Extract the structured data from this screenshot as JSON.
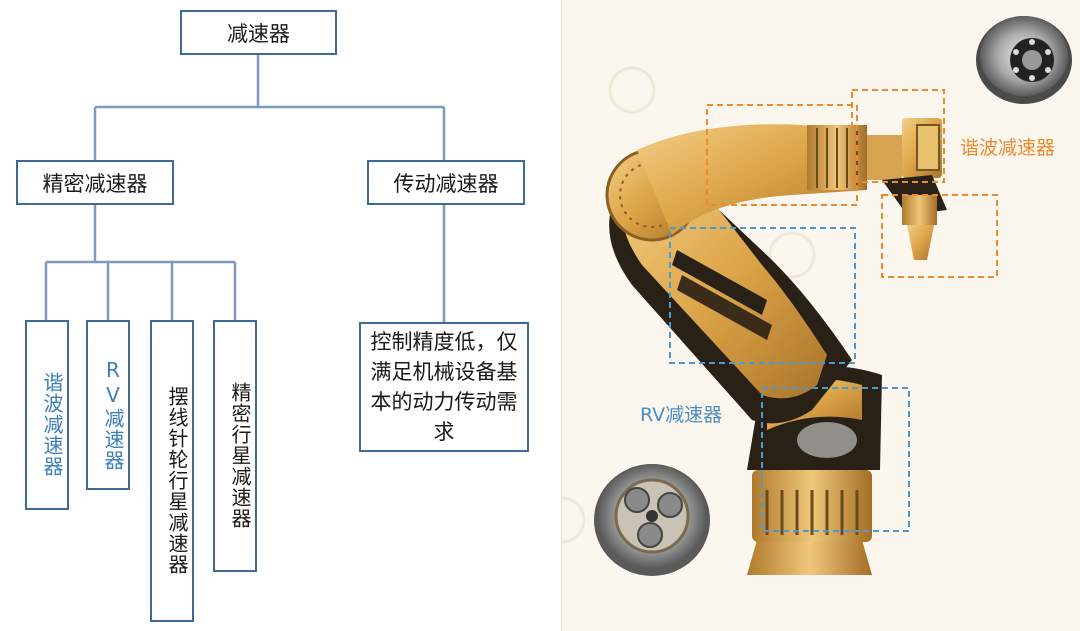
{
  "tree": {
    "root": "减速器",
    "precision": "精密减速器",
    "transmission": "传动减速器",
    "leaves": [
      "谐波减速器",
      "RV减速器",
      "摆线针轮行星减速器",
      "精密行星减速器"
    ],
    "transmission_note": "控制精度低，仅满足机械设备基本的动力传动需求"
  },
  "robot_labels": {
    "harmonic": "谐波减速器",
    "rv": "RV减速器"
  },
  "colors": {
    "box_border": "#3e6a9a",
    "orange_label": "#ee8a2e",
    "blue_label": "#4a8cc2",
    "robot_body": "#e0a94a"
  }
}
